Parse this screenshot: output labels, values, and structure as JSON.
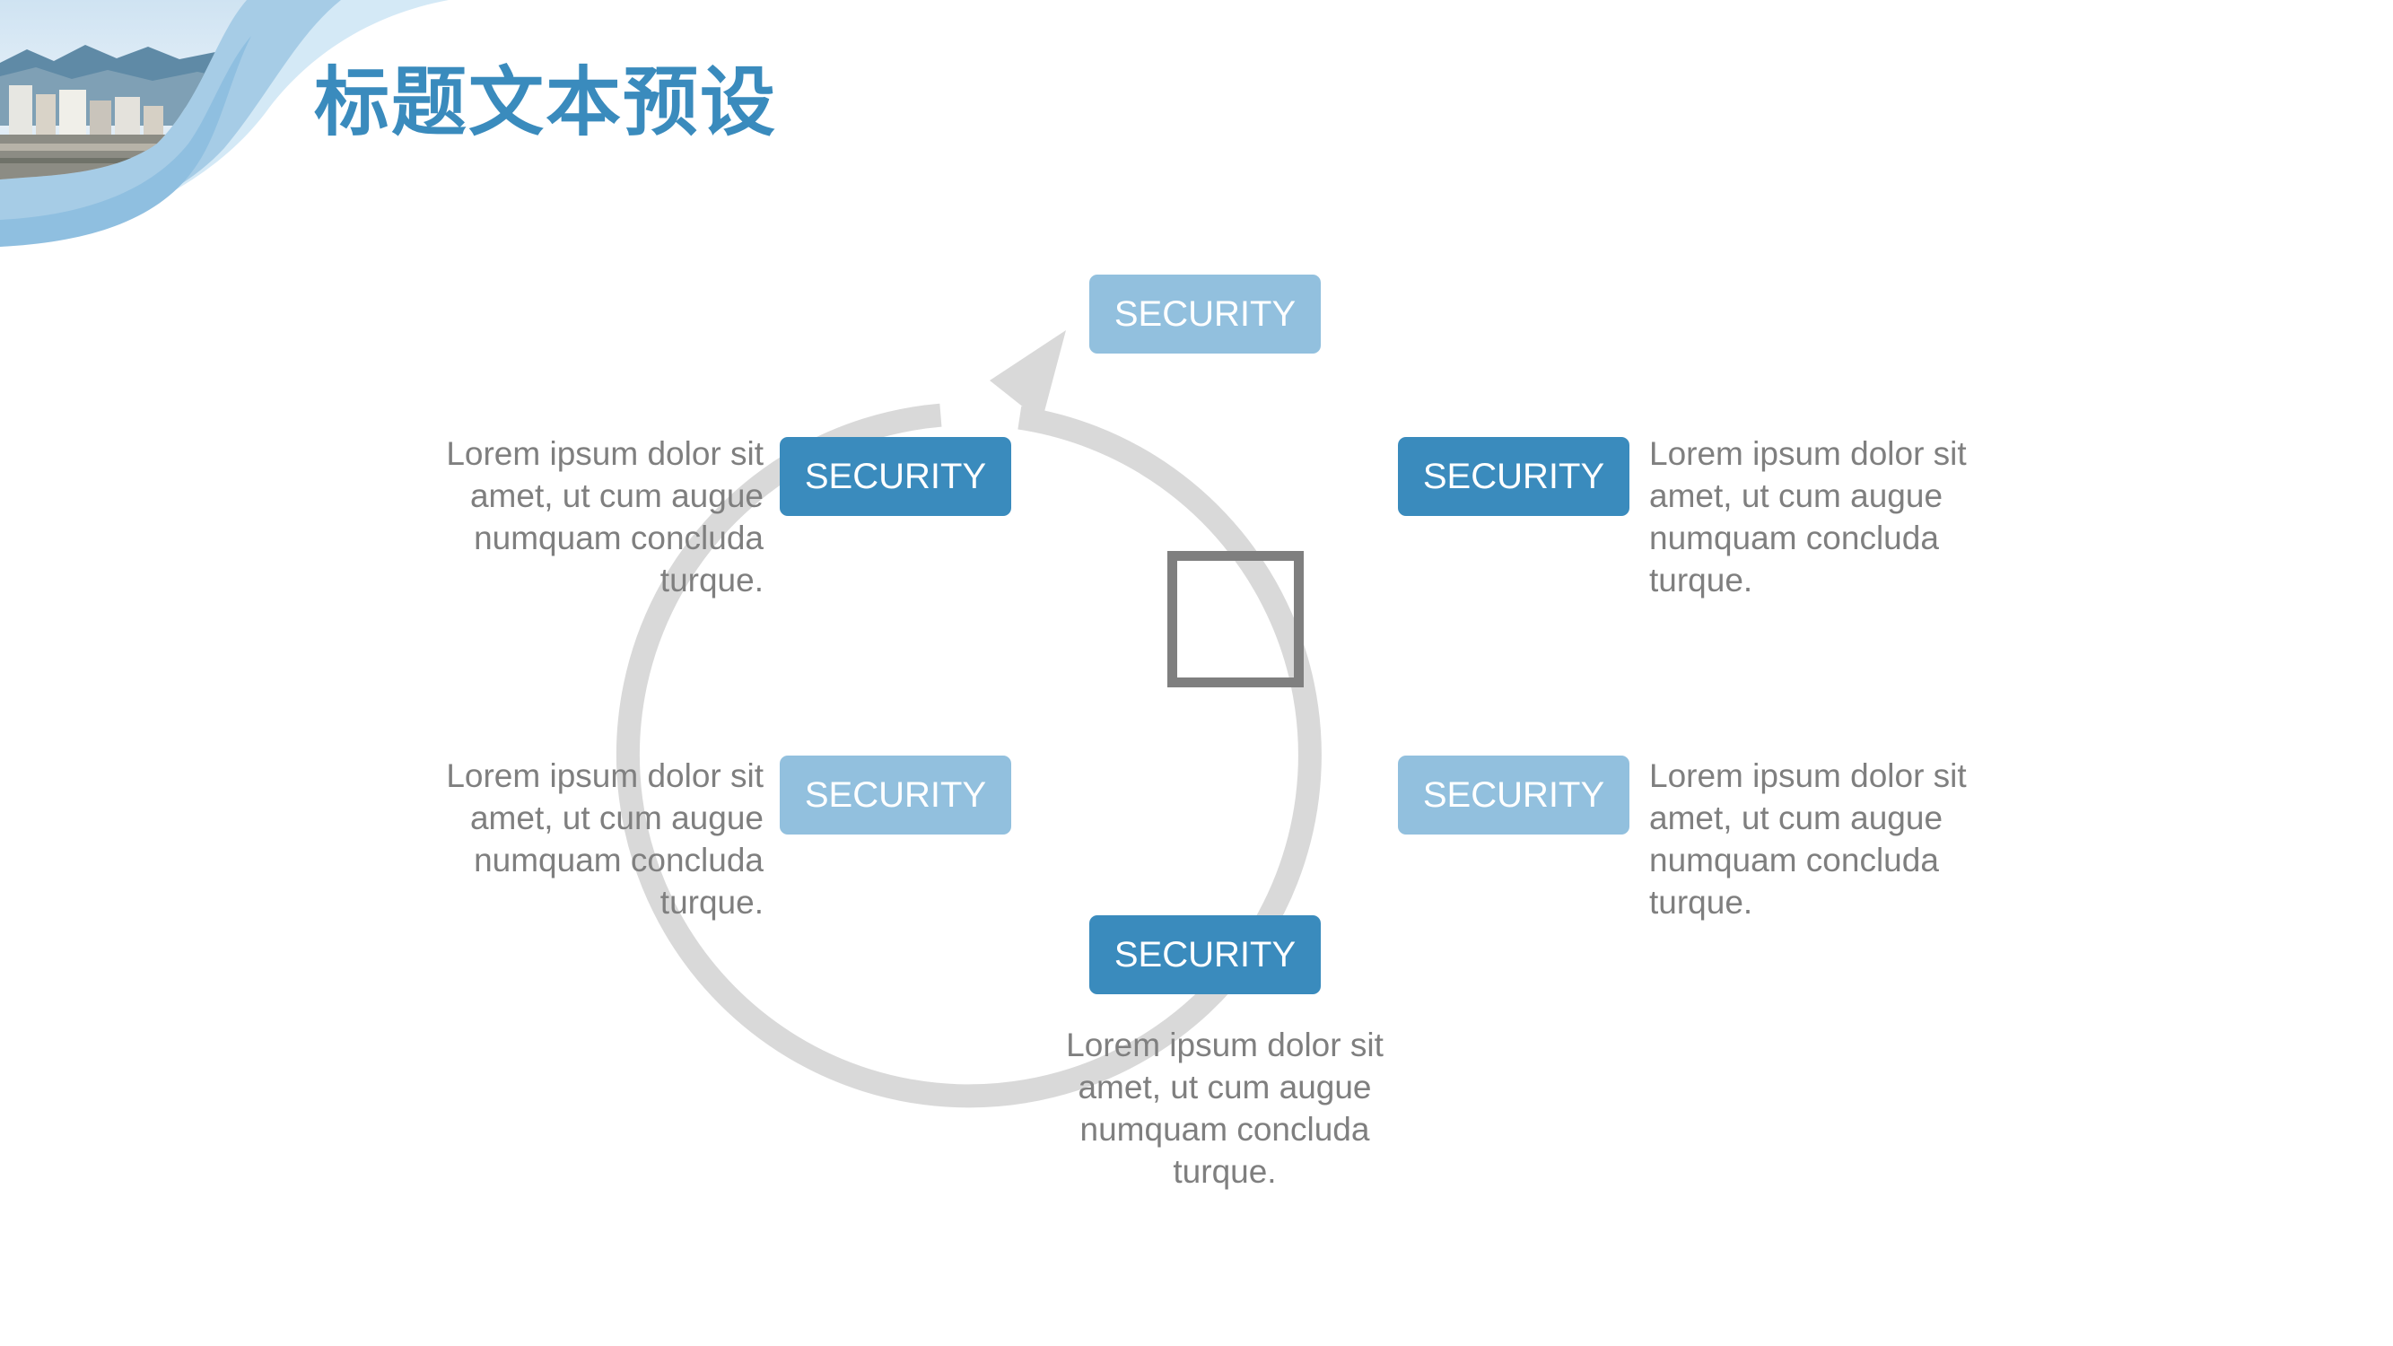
{
  "title": "标题文本预设",
  "colors": {
    "accent": "#3a8bbd",
    "accent_light": "#92c0de",
    "ring": "#d9d9d9",
    "text": "#7f7f7f"
  },
  "nodes": [
    {
      "label": "SECURITY"
    },
    {
      "label": "SECURITY",
      "desc": "Lorem ipsum dolor sit amet, ut cum augue numquam concluda turque."
    },
    {
      "label": "SECURITY",
      "desc": "Lorem ipsum dolor sit amet, ut cum augue numquam concluda turque."
    },
    {
      "label": "SECURITY",
      "desc": "Lorem ipsum dolor sit amet, ut cum augue numquam concluda turque."
    },
    {
      "label": "SECURITY",
      "desc": "Lorem ipsum dolor sit amet, ut cum augue numquam concluda turque."
    },
    {
      "label": "SECURITY",
      "desc": "Lorem ipsum dolor sit amet, ut cum augue numquam concluda turque."
    }
  ],
  "center_icon": "square-outline-icon",
  "corner_image": "coastal-city-photo"
}
